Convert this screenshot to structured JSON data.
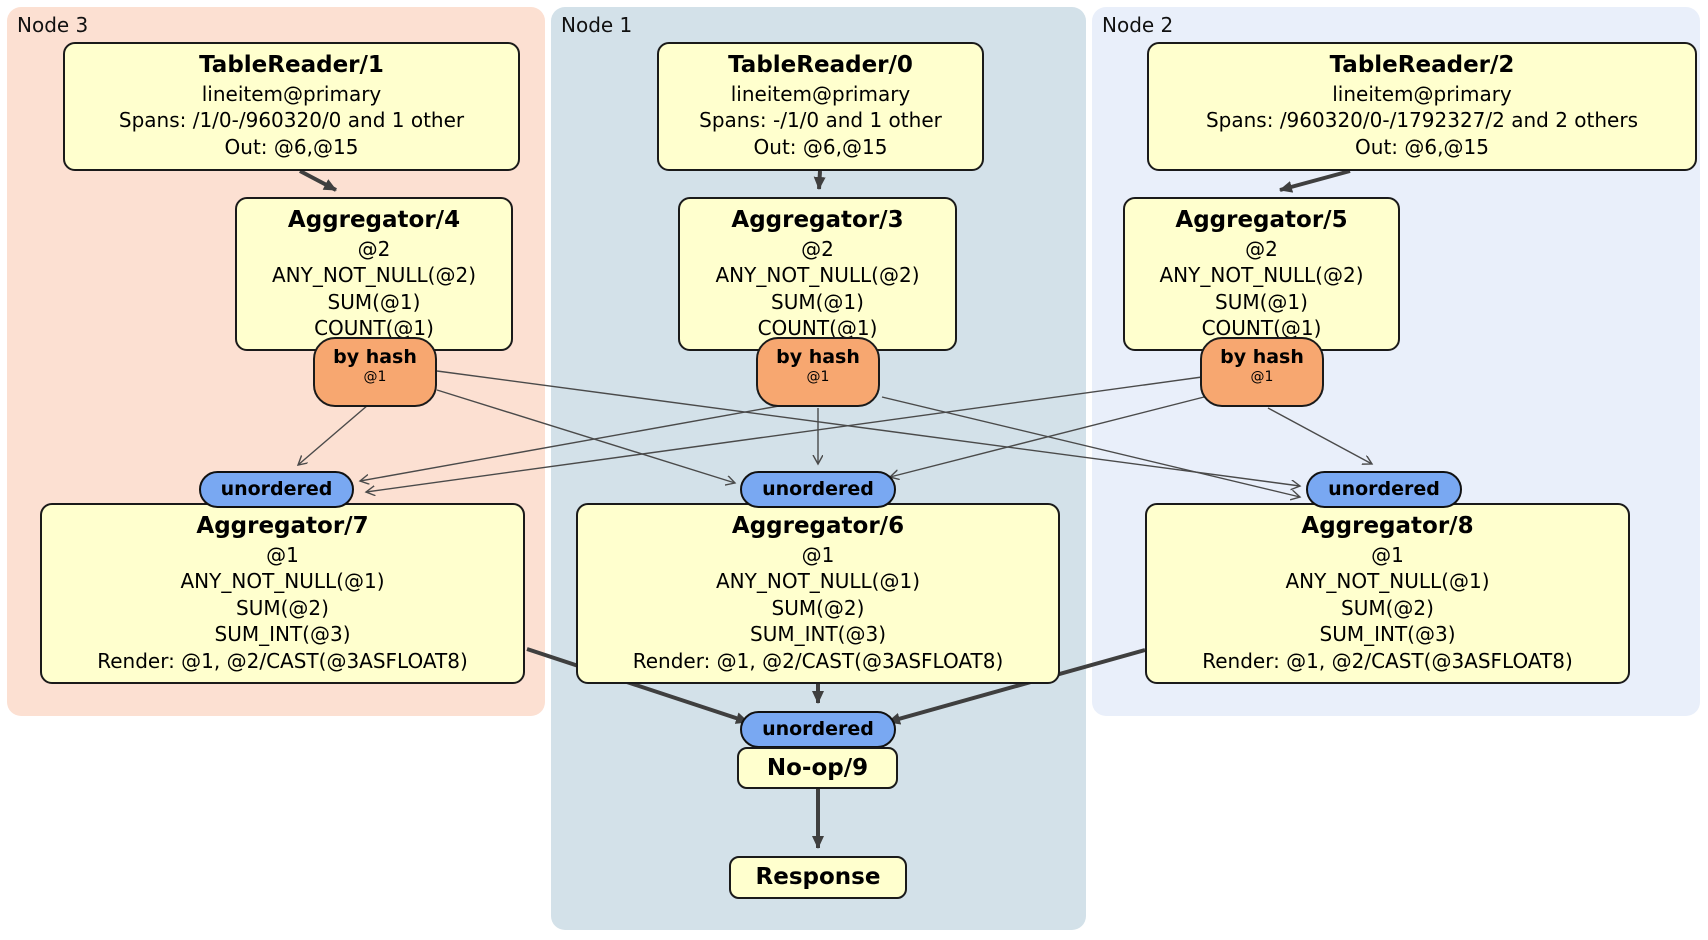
{
  "panels": {
    "node3": {
      "label": "Node 3"
    },
    "node1": {
      "label": "Node 1"
    },
    "node2": {
      "label": "Node 2"
    }
  },
  "processors": {
    "tablereader1": {
      "title": "TableReader/1",
      "index": "lineitem@primary",
      "spans": "Spans: /1/0-/960320/0 and 1 other",
      "out": "Out: @6,@15"
    },
    "tablereader0": {
      "title": "TableReader/0",
      "index": "lineitem@primary",
      "spans": "Spans: -/1/0 and 1 other",
      "out": "Out: @6,@15"
    },
    "tablereader2": {
      "title": "TableReader/2",
      "index": "lineitem@primary",
      "spans": "Spans: /960320/0-/1792327/2 and 2 others",
      "out": "Out: @6,@15"
    },
    "aggregator4": {
      "title": "Aggregator/4",
      "group": "@2",
      "fns": [
        "ANY_NOT_NULL(@2)",
        "SUM(@1)",
        "COUNT(@1)"
      ]
    },
    "aggregator3": {
      "title": "Aggregator/3",
      "group": "@2",
      "fns": [
        "ANY_NOT_NULL(@2)",
        "SUM(@1)",
        "COUNT(@1)"
      ]
    },
    "aggregator5": {
      "title": "Aggregator/5",
      "group": "@2",
      "fns": [
        "ANY_NOT_NULL(@2)",
        "SUM(@1)",
        "COUNT(@1)"
      ]
    },
    "aggregator7": {
      "title": "Aggregator/7",
      "group": "@1",
      "fns": [
        "ANY_NOT_NULL(@1)",
        "SUM(@2)",
        "SUM_INT(@3)"
      ],
      "render": "Render: @1, @2/CAST(@3ASFLOAT8)"
    },
    "aggregator6": {
      "title": "Aggregator/6",
      "group": "@1",
      "fns": [
        "ANY_NOT_NULL(@1)",
        "SUM(@2)",
        "SUM_INT(@3)"
      ],
      "render": "Render: @1, @2/CAST(@3ASFLOAT8)"
    },
    "aggregator8": {
      "title": "Aggregator/8",
      "group": "@1",
      "fns": [
        "ANY_NOT_NULL(@1)",
        "SUM(@2)",
        "SUM_INT(@3)"
      ],
      "render": "Render: @1, @2/CAST(@3ASFLOAT8)"
    },
    "noop": {
      "title": "No-op/9"
    },
    "response": {
      "title": "Response"
    }
  },
  "routers": {
    "node3": {
      "label": "by hash",
      "key": "@1"
    },
    "node1": {
      "label": "by hash",
      "key": "@1"
    },
    "node2": {
      "label": "by hash",
      "key": "@1"
    }
  },
  "syncs": {
    "node3": {
      "label": "unordered"
    },
    "node1": {
      "label": "unordered"
    },
    "node2": {
      "label": "unordered"
    },
    "final": {
      "label": "unordered"
    }
  },
  "colors": {
    "panel_node3": "#fce0d2",
    "panel_node1": "#d3e1e9",
    "panel_node2": "#e9effa",
    "processor_fill": "#ffffce",
    "router_fill": "#f7a770",
    "sync_fill": "#79a8f2",
    "edge": "#3f3f3f"
  }
}
